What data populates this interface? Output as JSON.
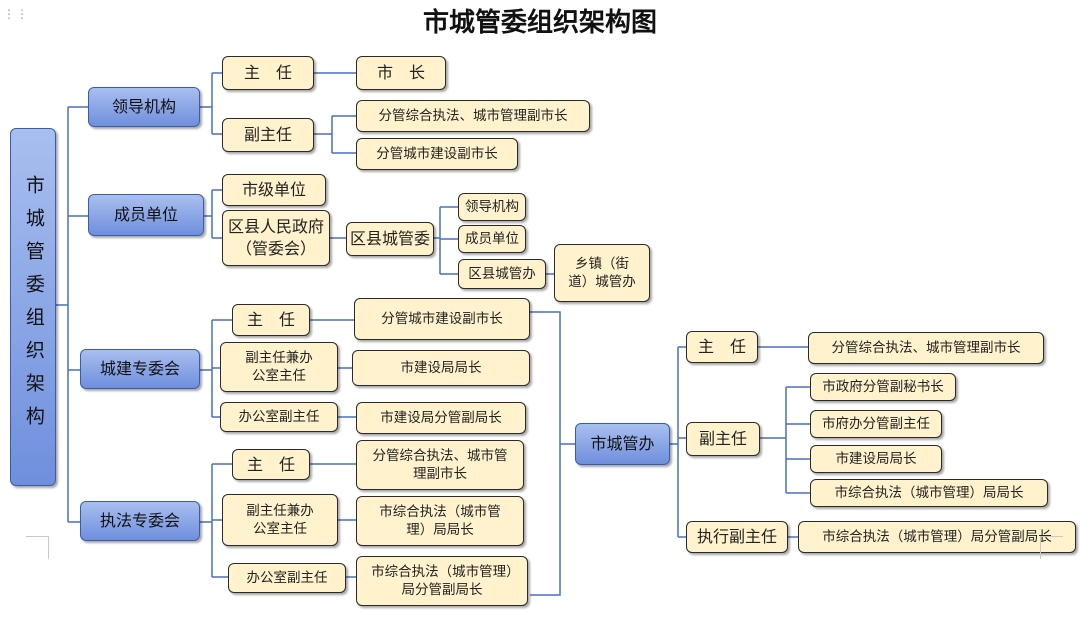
{
  "title": "市城管委组织架构图",
  "root": "市城管委组织架构",
  "level1": {
    "leadership": "领导机构",
    "members": "成员单位",
    "urban_construction": "城建专委会",
    "law_enforcement": "执法专委会"
  },
  "leadership": {
    "director": "主　任",
    "mayor": "市　长",
    "deputy_director": "副主任",
    "deputy_1": "分管综合执法、城市管理副市长",
    "deputy_2": "分管城市建设副市长"
  },
  "members": {
    "city_units": "市级单位",
    "district_gov": "区县人民政府（管委会）",
    "district_committee": "区县城管委",
    "sub_leadership": "领导机构",
    "sub_members": "成员单位",
    "district_office": "区县城管办",
    "town_office": "乡镇（街道）城管办"
  },
  "urban_construction": {
    "director": "主　任",
    "director_role": "分管城市建设副市长",
    "deputy_director": "副主任兼办公室主任",
    "deputy_role": "市建设局局长",
    "office_deputy": "办公室副主任",
    "office_deputy_role": "市建设局分管副局长"
  },
  "law_enforcement": {
    "director": "主　任",
    "director_role": "分管综合执法、城市管理副市长",
    "deputy_director": "副主任兼办公室主任",
    "deputy_role": "市综合执法（城市管理）局局长",
    "office_deputy": "办公室副主任",
    "office_deputy_role": "市综合执法（城市管理）局分管副局长"
  },
  "office": {
    "name": "市城管办",
    "director": "主　任",
    "director_role": "分管综合执法、城市管理副市长",
    "deputy_director": "副主任",
    "deputies": [
      "市政府分管副秘书长",
      "市府办分管副主任",
      "市建设局局长",
      "市综合执法（城市管理）局局长"
    ],
    "executive_deputy": "执行副主任",
    "executive_deputy_role": "市综合执法（城市管理）局分管副局长"
  },
  "colors": {
    "blue_box": "#7d9be2",
    "yellow_box": "#fff2cc",
    "connector": "#4a6fc4"
  }
}
